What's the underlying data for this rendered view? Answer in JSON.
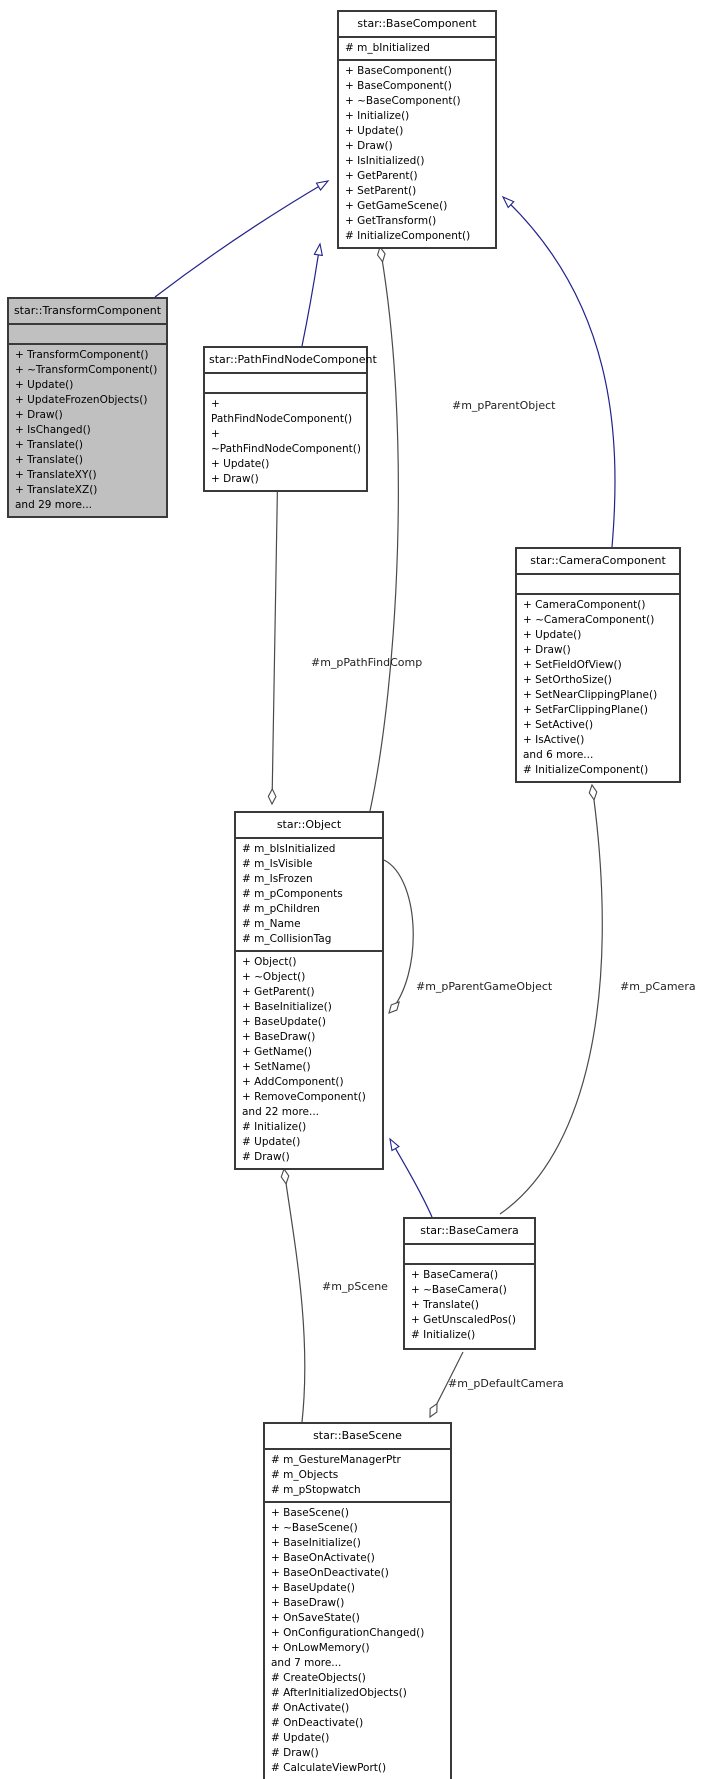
{
  "diagram_type": "uml-collaboration",
  "classes": [
    {
      "id": "base-component",
      "title": "star::BaseComponent",
      "attributes": [
        "# m_bInitialized"
      ],
      "methods": [
        "+ BaseComponent()",
        "+ BaseComponent()",
        "+ ~BaseComponent()",
        "+ Initialize()",
        "+ Update()",
        "+ Draw()",
        "+ IsInitialized()",
        "+ GetParent()",
        "+ SetParent()",
        "+ GetGameScene()",
        "+ GetTransform()",
        "# InitializeComponent()"
      ]
    },
    {
      "id": "transform-component",
      "title": "star::TransformComponent",
      "attributes": [],
      "methods": [
        "+ TransformComponent()",
        "+ ~TransformComponent()",
        "+ Update()",
        "+ UpdateFrozenObjects()",
        "+ Draw()",
        "+ IsChanged()",
        "+ Translate()",
        "+ Translate()",
        "+ TranslateXY()",
        "+ TranslateXZ()",
        "and 29 more..."
      ]
    },
    {
      "id": "pathfindnode-component",
      "title": "star::PathFindNodeComponent",
      "attributes": [],
      "methods": [
        "+ PathFindNodeComponent()",
        "+ ~PathFindNodeComponent()",
        "+ Update()",
        "+ Draw()"
      ]
    },
    {
      "id": "camera-component",
      "title": "star::CameraComponent",
      "attributes": [],
      "methods": [
        "+ CameraComponent()",
        "+ ~CameraComponent()",
        "+ Update()",
        "+ Draw()",
        "+ SetFieldOfView()",
        "+ SetOrthoSize()",
        "+ SetNearClippingPlane()",
        "+ SetFarClippingPlane()",
        "+ SetActive()",
        "+ IsActive()",
        "and 6 more...",
        "# InitializeComponent()"
      ]
    },
    {
      "id": "object",
      "title": "star::Object",
      "attributes": [
        "# m_bIsInitialized",
        "# m_IsVisible",
        "# m_IsFrozen",
        "# m_pComponents",
        "# m_pChildren",
        "# m_Name",
        "# m_CollisionTag"
      ],
      "methods": [
        "+ Object()",
        "+ ~Object()",
        "+ GetParent()",
        "+ BaseInitialize()",
        "+ BaseUpdate()",
        "+ BaseDraw()",
        "+ GetName()",
        "+ SetName()",
        "+ AddComponent()",
        "+ RemoveComponent()",
        "and 22 more...",
        "# Initialize()",
        "# Update()",
        "# Draw()"
      ]
    },
    {
      "id": "base-camera",
      "title": "star::BaseCamera",
      "attributes": [],
      "methods": [
        "+ BaseCamera()",
        "+ ~BaseCamera()",
        "+ Translate()",
        "+ GetUnscaledPos()",
        "# Initialize()"
      ]
    },
    {
      "id": "base-scene",
      "title": "star::BaseScene",
      "attributes": [
        "# m_GestureManagerPtr",
        "# m_Objects",
        "# m_pStopwatch"
      ],
      "methods": [
        "+ BaseScene()",
        "+ ~BaseScene()",
        "+ BaseInitialize()",
        "+ BaseOnActivate()",
        "+ BaseOnDeactivate()",
        "+ BaseUpdate()",
        "+ BaseDraw()",
        "+ OnSaveState()",
        "+ OnConfigurationChanged()",
        "+ OnLowMemory()",
        "and 7 more...",
        "# CreateObjects()",
        "# AfterInitializedObjects()",
        "# OnActivate()",
        "# OnDeactivate()",
        "# Update()",
        "# Draw()",
        "# CalculateViewPort()"
      ]
    }
  ],
  "edge_labels": {
    "m_pParentObject": "#m_pParentObject",
    "m_pPathFindComp": "#m_pPathFindComp",
    "m_pParentGameObject": "#m_pParentGameObject",
    "m_pCamera": "#m_pCamera",
    "m_pScene": "#m_pScene",
    "m_pDefaultCamera": "#m_pDefaultCamera"
  },
  "colors": {
    "highlight_fill": "#c0c0c0",
    "box_fill": "#ffffff",
    "box_border": "#3a3a3a",
    "inheritance_edge": "#22228e",
    "aggregation_edge": "#4a4a4a"
  }
}
